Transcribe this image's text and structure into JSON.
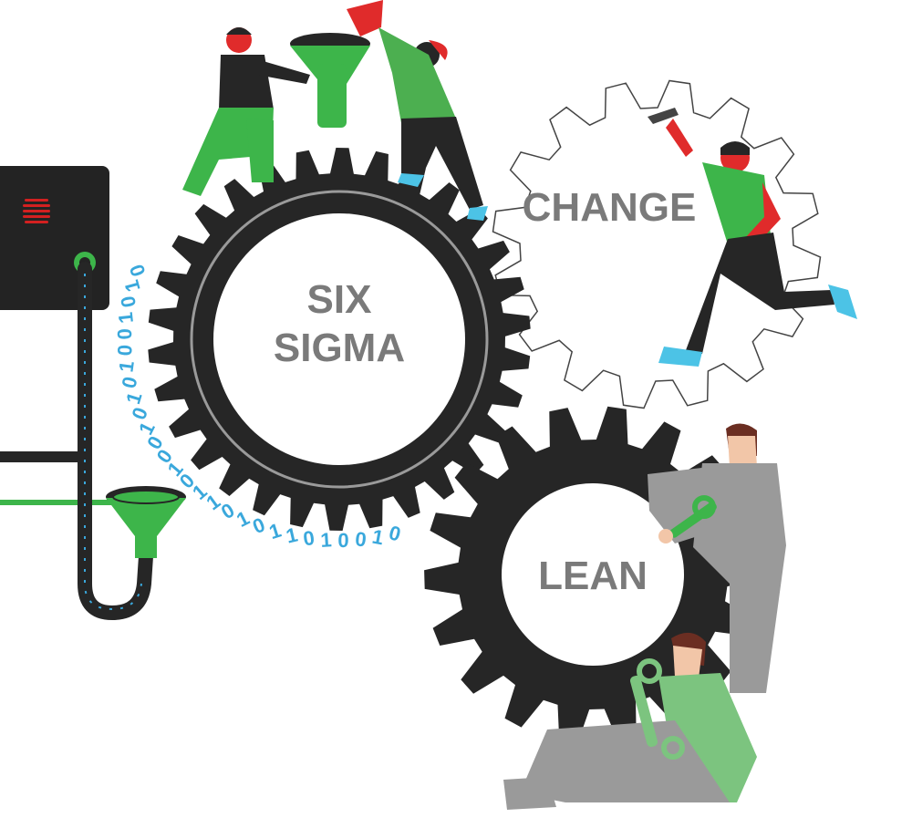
{
  "labels": {
    "six": "SIX",
    "sigma": "SIGMA",
    "change": "CHANGE",
    "lean": "LEAN"
  },
  "binary_stream": "0101001010100101101011010010",
  "colors": {
    "gear_dark": "#262626",
    "label_gray": "#7a7a7a",
    "accent_green": "#3db54a",
    "figure_green": "#4caf50",
    "light_green": "#7cc47f",
    "digit_blue": "#3aa8dc",
    "shoe_cyan": "#4cc3e6",
    "skin_red": "#e02b2b",
    "suit_gray": "#9a9a9a",
    "hair_brown": "#6b2e22",
    "skin_tone": "#f2c6a8",
    "machine_dark": "#232323",
    "grill_red": "#d32020",
    "outline_gray": "#444444"
  },
  "icons": [
    "six-sigma-gear",
    "change-gear-outline",
    "lean-gear",
    "machine-box",
    "funnel",
    "wrench"
  ]
}
